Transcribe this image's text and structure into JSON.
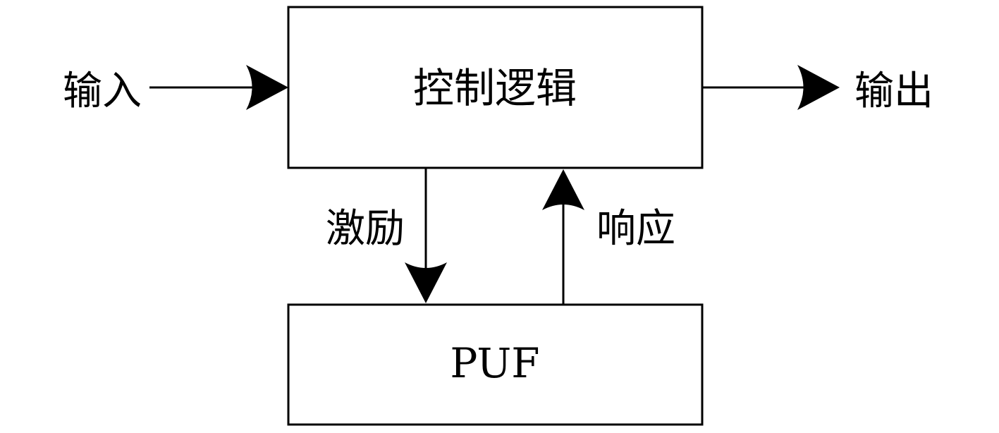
{
  "control_block": {
    "label": "控制逻辑"
  },
  "puf_block": {
    "label": "PUF"
  },
  "input": {
    "label": "输入"
  },
  "output": {
    "label": "输出"
  },
  "challenge": {
    "label": "激励"
  },
  "response": {
    "label": "响应"
  },
  "colors": {
    "line": "#000000",
    "background": "#ffffff"
  }
}
